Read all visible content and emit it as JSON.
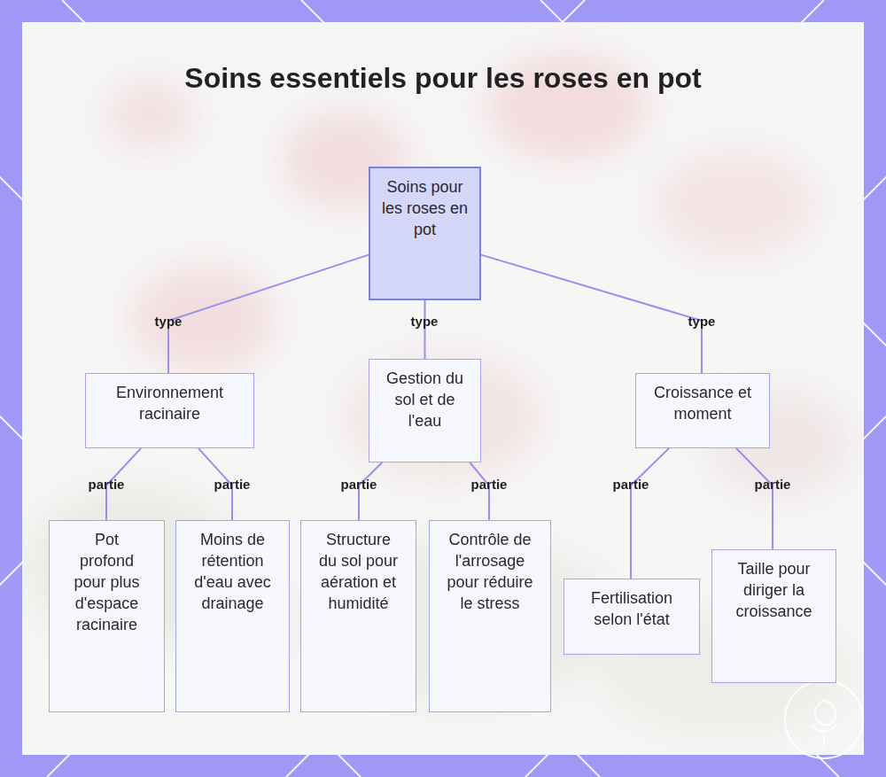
{
  "diagram": {
    "title": "Soins essentiels pour les roses en pot",
    "nodes": [
      {
        "text": [
          "Soins pour les roses en pot"
        ]
      },
      {
        "text": [
          "Environnement racinaire"
        ]
      },
      {
        "text": [
          "Gestion du sol et de l'eau"
        ]
      },
      {
        "text": [
          "Croissance et moment"
        ]
      },
      {
        "text": [
          "Pot profond pour plus d'espace racinaire"
        ]
      },
      {
        "text": [
          "Moins de rétention d'eau avec drainage"
        ]
      },
      {
        "text": [
          "Structure du sol pour aération et humidité"
        ]
      },
      {
        "text": [
          "Contrôle de l'arrosage pour réduire le stress"
        ]
      },
      {
        "text": [
          "Fertilisation selon l'état"
        ]
      },
      {
        "text": [
          "Taille pour diriger la croissance"
        ]
      }
    ],
    "edges": [
      {
        "from": 0,
        "to": 1,
        "label": "type",
        "arrow": "none"
      },
      {
        "from": 0,
        "to": 2,
        "label": "type",
        "arrow": "none"
      },
      {
        "from": 0,
        "to": 3,
        "label": "type",
        "arrow": "none"
      },
      {
        "from": 1,
        "to": 4,
        "label": "partie",
        "arrow": "none"
      },
      {
        "from": 1,
        "to": 5,
        "label": "partie",
        "arrow": "none"
      },
      {
        "from": 2,
        "to": 6,
        "label": "partie",
        "arrow": "none"
      },
      {
        "from": 2,
        "to": 7,
        "label": "partie",
        "arrow": "none"
      },
      {
        "from": 3,
        "to": 8,
        "label": "partie",
        "arrow": "none"
      },
      {
        "from": 3,
        "to": 9,
        "label": "partie",
        "arrow": "none"
      }
    ]
  }
}
